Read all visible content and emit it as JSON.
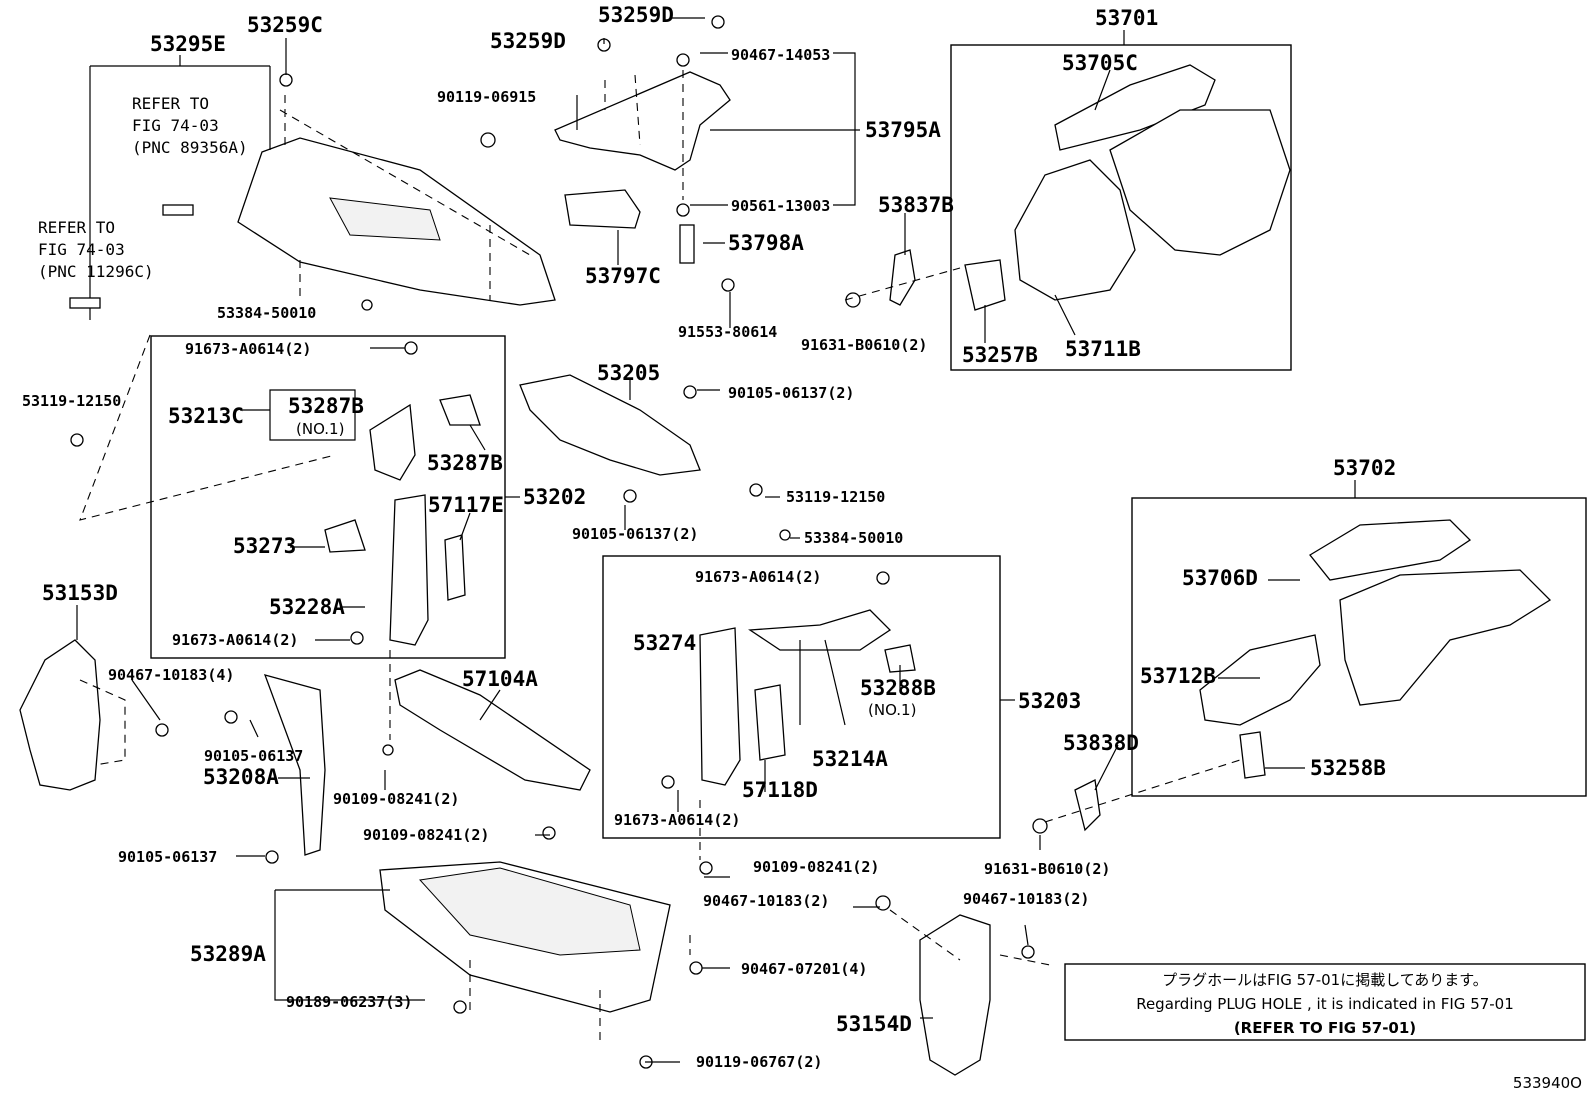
{
  "diagram_id": "533940O",
  "labels": {
    "p53295E": "53295E",
    "p53259C": "53259C",
    "p53259D_top": "53259D",
    "p53259D": "53259D",
    "p90467_14053": "90467-14053",
    "p53701": "53701",
    "p53705C": "53705C",
    "p90119_06915": "90119-06915",
    "p53795A": "53795A",
    "p90561_13003": "90561-13003",
    "p53837B": "53837B",
    "p53798A": "53798A",
    "p53797C": "53797C",
    "p91553_80614": "91553-80614",
    "p91631_B0610_a": "91631-B0610(2)",
    "p53257B": "53257B",
    "p53711B": "53711B",
    "p53384_50010_a": "53384-50010",
    "p91673_A0614_a": "91673-A0614(2)",
    "p53119_12150_a": "53119-12150",
    "p53213C": "53213C",
    "p53287B_no1": "53287B",
    "no1_a": "(NO.1)",
    "p53287B": "53287B",
    "p53202": "53202",
    "p53205": "53205",
    "p90105_06137_a": "90105-06137(2)",
    "p90105_06137_b": "90105-06137(2)",
    "p57117E": "57117E",
    "p53273": "53273",
    "p53228A": "53228A",
    "p91673_A0614_b": "91673-A0614(2)",
    "p53119_12150_b": "53119-12150",
    "p53384_50010_b": "53384-50010",
    "p53702": "53702",
    "p53706D": "53706D",
    "p53153D": "53153D",
    "p90467_10183_a": "90467-10183(4)",
    "p90105_06137_c": "90105-06137",
    "p53208A": "53208A",
    "p57104A": "57104A",
    "p90109_08241_a": "90109-08241(2)",
    "p90109_08241_b": "90109-08241(2)",
    "p90105_06137_d": "90105-06137",
    "p91673_A0614_c": "91673-A0614(2)",
    "p53274": "53274",
    "p53288B": "53288B",
    "no1_b": "(NO.1)",
    "p53203": "53203",
    "p53214A": "53214A",
    "p57118D": "57118D",
    "p91673_A0614_d": "91673-A0614(2)",
    "p53712B": "53712B",
    "p53838D": "53838D",
    "p53258B": "53258B",
    "p91631_B0610_b": "91631-B0610(2)",
    "p90109_08241_c": "90109-08241(2)",
    "p90467_10183_b": "90467-10183(2)",
    "p90467_10183_c": "90467-10183(2)",
    "p53289A": "53289A",
    "p90467_07201": "90467-07201(4)",
    "p90189_06237": "90189-06237(3)",
    "p90119_06767": "90119-06767(2)",
    "p53154D": "53154D"
  },
  "refer_notes": {
    "note1": {
      "line1": "REFER TO",
      "line2": "FIG 74-03",
      "line3": "(PNC 89356A)"
    },
    "note2": {
      "line1": "REFER TO",
      "line2": "FIG 74-03",
      "line3": "(PNC 11296C)"
    }
  },
  "plug_hole_note": {
    "japanese": "プラグホールはFIG 57-01に掲載してあります。",
    "english": "Regarding  PLUG  HOLE , it is indicated in FIG  57-01",
    "refer": "(REFER TO FIG 57-01)"
  }
}
